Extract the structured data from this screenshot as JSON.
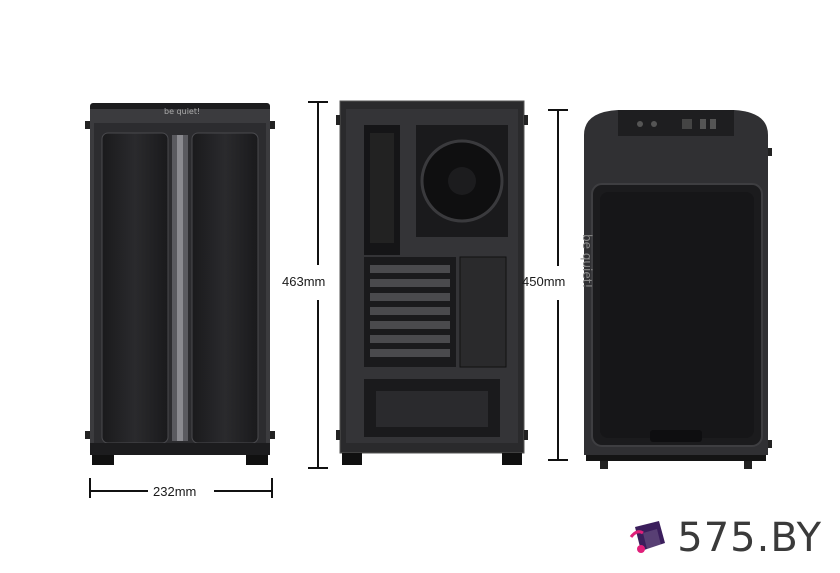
{
  "product": {
    "logo_text": "be quiet!"
  },
  "dimensions": {
    "width": "232mm",
    "height_rear": "463mm",
    "height_side": "450mm"
  },
  "watermark": {
    "text": "575.BY"
  },
  "colors": {
    "case_body": "#2b2b2d",
    "case_dark": "#121214",
    "case_panel": "#3a3a3d",
    "line": "#111111",
    "brand_purple": "#3b1e5c",
    "brand_pink": "#e0207a"
  }
}
